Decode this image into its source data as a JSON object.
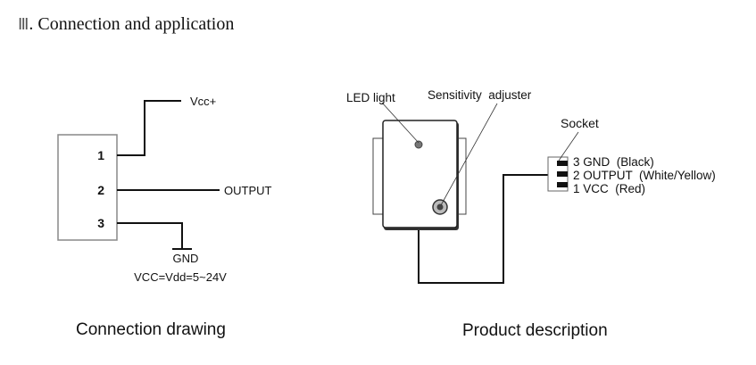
{
  "section": {
    "numeral": "Ⅲ",
    "title": ". Connection and application"
  },
  "connection_drawing": {
    "pins": [
      "1",
      "2",
      "3"
    ],
    "vcc_label": "Vcc+",
    "output_label": "OUTPUT",
    "gnd_label": "GND",
    "voltage_note": "VCC=Vdd=5~24V",
    "caption": "Connection drawing"
  },
  "product_description": {
    "led_label": "LED light",
    "adjuster_label": "Sensitivity  adjuster",
    "socket_label": "Socket",
    "socket_pins": [
      "3 GND  (Black)",
      "2 OUTPUT  (White/Yellow)",
      "1 VCC  (Red)"
    ],
    "caption": "Product description"
  }
}
